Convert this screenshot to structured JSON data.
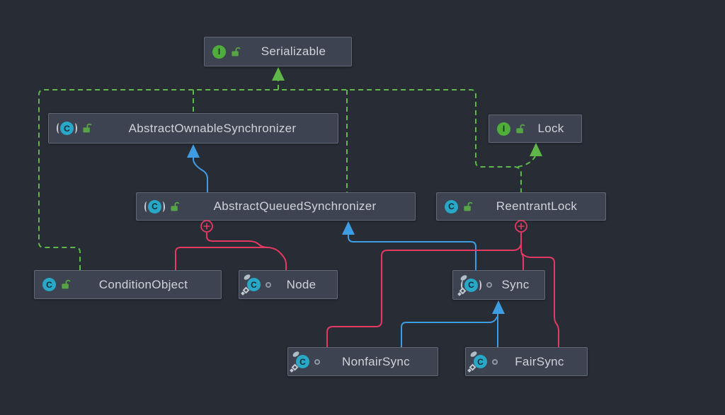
{
  "diagram": {
    "nodes": {
      "serializable": {
        "label": "Serializable",
        "kind": "interface",
        "visibility": "public"
      },
      "abstract_ownable_synchronizer": {
        "label": "AbstractOwnableSynchronizer",
        "kind": "abstract-class",
        "visibility": "public"
      },
      "lock": {
        "label": "Lock",
        "kind": "interface",
        "visibility": "public"
      },
      "abstract_queued_synchronizer": {
        "label": "AbstractQueuedSynchronizer",
        "kind": "abstract-class",
        "visibility": "public"
      },
      "reentrant_lock": {
        "label": "ReentrantLock",
        "kind": "class",
        "visibility": "public"
      },
      "condition_object": {
        "label": "ConditionObject",
        "kind": "class",
        "visibility": "public"
      },
      "node": {
        "label": "Node",
        "kind": "static-class",
        "visibility": "package-private"
      },
      "sync": {
        "label": "Sync",
        "kind": "abstract-static-class",
        "visibility": "package-private"
      },
      "nonfair_sync": {
        "label": "NonfairSync",
        "kind": "static-class",
        "visibility": "package-private"
      },
      "fair_sync": {
        "label": "FairSync",
        "kind": "static-class",
        "visibility": "package-private"
      }
    },
    "icons": {
      "interface_letter": "I",
      "class_letter": "C"
    },
    "edges": [
      {
        "from": "AbstractOwnableSynchronizer",
        "to": "Serializable",
        "type": "implements"
      },
      {
        "from": "AbstractQueuedSynchronizer",
        "to": "Serializable",
        "type": "implements"
      },
      {
        "from": "ConditionObject",
        "to": "Serializable",
        "type": "implements"
      },
      {
        "from": "ReentrantLock",
        "to": "Serializable",
        "type": "implements"
      },
      {
        "from": "ReentrantLock",
        "to": "Lock",
        "type": "implements"
      },
      {
        "from": "AbstractQueuedSynchronizer",
        "to": "AbstractOwnableSynchronizer",
        "type": "extends"
      },
      {
        "from": "Sync",
        "to": "AbstractQueuedSynchronizer",
        "type": "extends"
      },
      {
        "from": "NonfairSync",
        "to": "Sync",
        "type": "extends"
      },
      {
        "from": "FairSync",
        "to": "Sync",
        "type": "extends"
      },
      {
        "from": "AbstractQueuedSynchronizer",
        "to": "ConditionObject",
        "type": "inner-class"
      },
      {
        "from": "AbstractQueuedSynchronizer",
        "to": "Node",
        "type": "inner-class"
      },
      {
        "from": "ReentrantLock",
        "to": "Sync",
        "type": "inner-class"
      },
      {
        "from": "ReentrantLock",
        "to": "NonfairSync",
        "type": "inner-class"
      },
      {
        "from": "ReentrantLock",
        "to": "FairSync",
        "type": "inner-class"
      }
    ],
    "colors": {
      "background": "#282c35",
      "node_fill": "#3d4350",
      "node_border": "#626976",
      "label_text": "#ced3d9",
      "interface_green": "#4fae3b",
      "class_teal": "#29a7c7",
      "implements_edge": "#5fb74a",
      "extends_edge": "#3e9ce2",
      "inner_class_edge": "#e23a62"
    }
  }
}
